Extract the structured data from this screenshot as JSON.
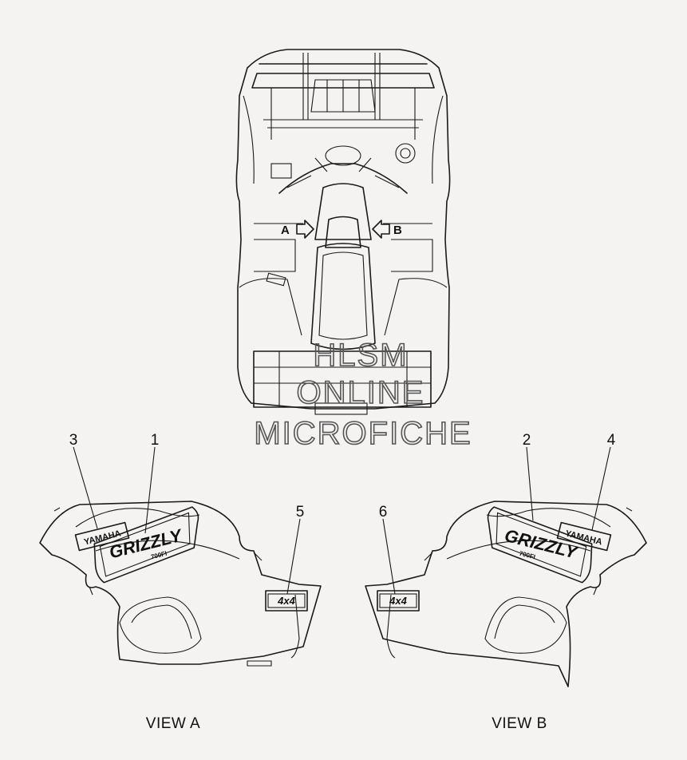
{
  "diagram": {
    "direction_arrows": {
      "a": "A",
      "b": "B"
    },
    "callouts": [
      "1",
      "2",
      "3",
      "4",
      "5",
      "6"
    ],
    "view_labels": {
      "view_a": "VIEW A",
      "view_b": "VIEW B"
    },
    "watermark": [
      "HLSM",
      "ONLINE",
      "MICROFICHE"
    ],
    "decals": {
      "brand": "YAMAHA",
      "model": "GRIZZLY",
      "model_sub": "700FI",
      "drive": "4x4"
    }
  }
}
